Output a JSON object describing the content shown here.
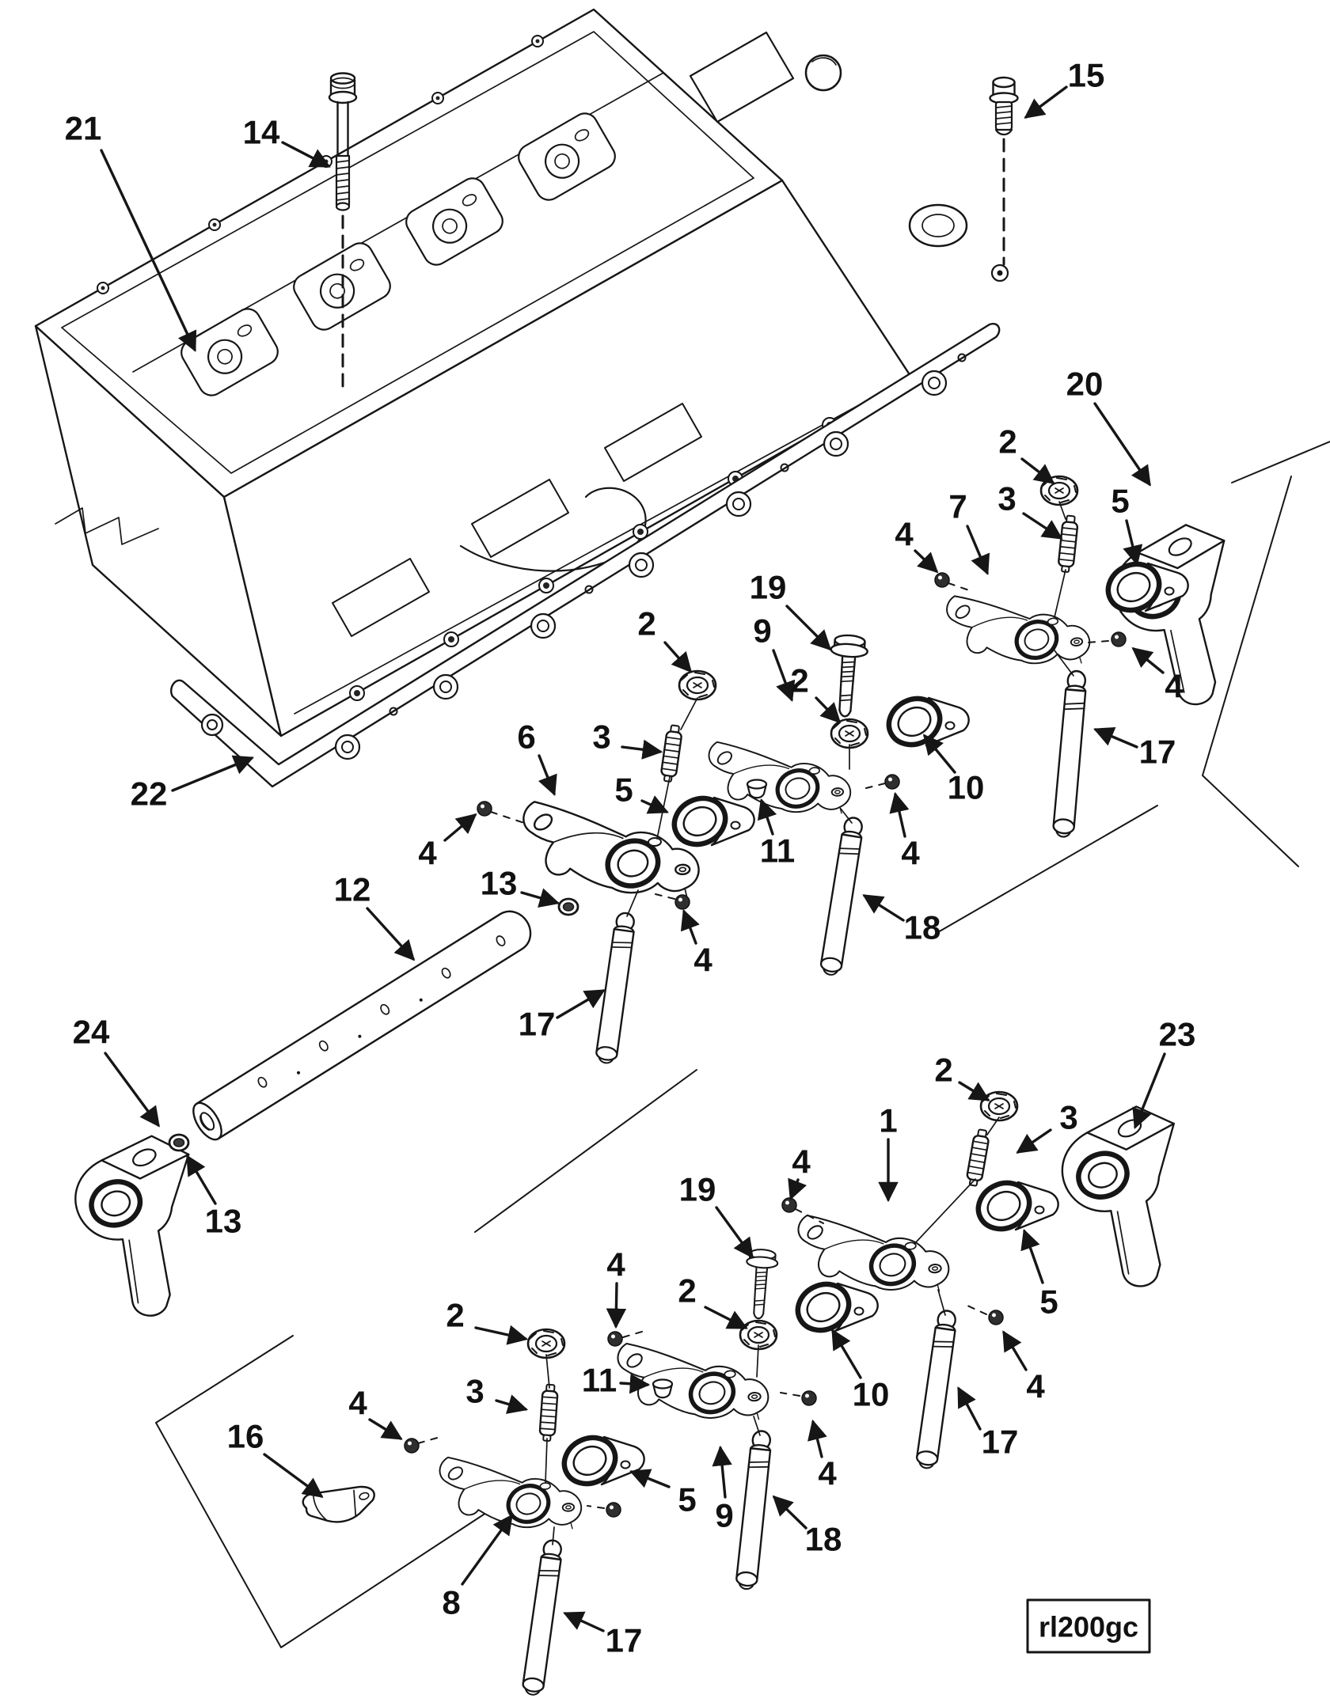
{
  "figure": {
    "code": "rl200gc"
  },
  "colors": {
    "ink": "#161616",
    "background": "#ffffff"
  },
  "callouts": [
    {
      "label": "21"
    },
    {
      "label": "14"
    },
    {
      "label": "15"
    },
    {
      "label": "20"
    },
    {
      "label": "2"
    },
    {
      "label": "3"
    },
    {
      "label": "5"
    },
    {
      "label": "7"
    },
    {
      "label": "4"
    },
    {
      "label": "4"
    },
    {
      "label": "17"
    },
    {
      "label": "19"
    },
    {
      "label": "2"
    },
    {
      "label": "9"
    },
    {
      "label": "2"
    },
    {
      "label": "10"
    },
    {
      "label": "11"
    },
    {
      "label": "4"
    },
    {
      "label": "18"
    },
    {
      "label": "6"
    },
    {
      "label": "3"
    },
    {
      "label": "5"
    },
    {
      "label": "4"
    },
    {
      "label": "13"
    },
    {
      "label": "12"
    },
    {
      "label": "17"
    },
    {
      "label": "4"
    },
    {
      "label": "22"
    },
    {
      "label": "24"
    },
    {
      "label": "13"
    },
    {
      "label": "2"
    },
    {
      "label": "4"
    },
    {
      "label": "2"
    },
    {
      "label": "19"
    },
    {
      "label": "1"
    },
    {
      "label": "2"
    },
    {
      "label": "3"
    },
    {
      "label": "23"
    },
    {
      "label": "5"
    },
    {
      "label": "4"
    },
    {
      "label": "10"
    },
    {
      "label": "9"
    },
    {
      "label": "18"
    },
    {
      "label": "5"
    },
    {
      "label": "4"
    },
    {
      "label": "16"
    },
    {
      "label": "4"
    },
    {
      "label": "3"
    },
    {
      "label": "11"
    },
    {
      "label": "8"
    },
    {
      "label": "17"
    },
    {
      "label": "17"
    },
    {
      "label": "4"
    }
  ]
}
